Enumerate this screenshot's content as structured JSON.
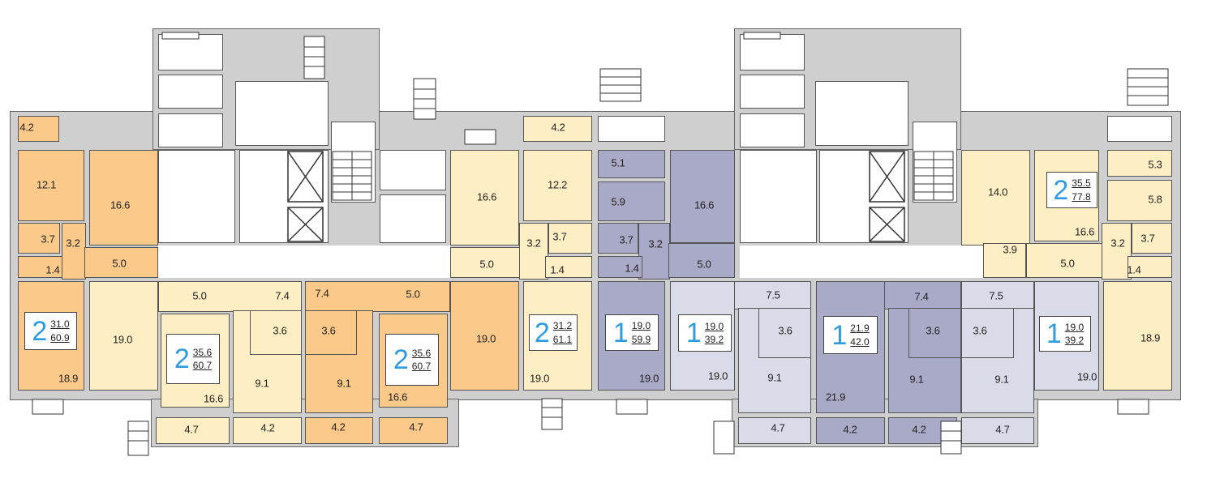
{
  "colors": {
    "orange": "#FBC98A",
    "yellow": "#FDEEC4",
    "purple": "#A9AAC8",
    "lavender": "#DADBE8",
    "badge_number": "#2F9BE0"
  },
  "apartments": [
    {
      "id": "A",
      "rooms": [
        "4.2",
        "12.1",
        "16.6",
        "3.7",
        "3.2",
        "1.4",
        "5.0",
        "18.9"
      ],
      "badge": {
        "count": "2",
        "living": "31.0",
        "total": "60.9"
      }
    },
    {
      "id": "B",
      "rooms": [
        "19.0",
        "5.0",
        "7.4",
        "3.6",
        "9.1",
        "16.6",
        "4.7",
        "4.2"
      ],
      "badge": {
        "count": "2",
        "living": "35.6",
        "total": "60.7"
      }
    },
    {
      "id": "C",
      "rooms": [
        "7.4",
        "3.6",
        "9.1",
        "5.0",
        "16.6",
        "19.0",
        "4.2",
        "4.7"
      ],
      "badge": {
        "count": "2",
        "living": "35.6",
        "total": "60.7"
      }
    },
    {
      "id": "D",
      "rooms": [
        "4.2",
        "16.6",
        "12.2",
        "3.7",
        "3.2",
        "1.4",
        "5.0",
        "19.0"
      ],
      "badge": {
        "count": "2",
        "living": "31.2",
        "total": "61.1"
      }
    },
    {
      "id": "E",
      "rooms": [
        "5.1",
        "5.9",
        "16.6",
        "3.7",
        "3.2",
        "1.4",
        "5.0",
        "19.0"
      ],
      "badge": {
        "count": "1",
        "living": "19.0",
        "total": "59.9"
      }
    },
    {
      "id": "F",
      "rooms": [
        "19.0",
        "7.5",
        "3.6",
        "9.1",
        "4.7"
      ],
      "badge": {
        "count": "1",
        "living": "19.0",
        "total": "39.2"
      }
    },
    {
      "id": "G",
      "rooms": [
        "21.9",
        "7.4",
        "3.6",
        "9.1",
        "4.2",
        "4.2"
      ],
      "badge": {
        "count": "1",
        "living": "21.9",
        "total": "42.0"
      }
    },
    {
      "id": "H",
      "rooms": [
        "7.5",
        "3.6",
        "9.1",
        "19.0",
        "4.7"
      ],
      "badge": {
        "count": "1",
        "living": "19.0",
        "total": "39.2"
      }
    },
    {
      "id": "I",
      "rooms": [
        "14.0",
        "16.6",
        "3.9",
        "5.0",
        "5.3",
        "5.8",
        "3.7",
        "3.2",
        "1.4",
        "18.9"
      ],
      "badge": {
        "count": "2",
        "living": "35.5",
        "total": "77.8"
      }
    }
  ]
}
